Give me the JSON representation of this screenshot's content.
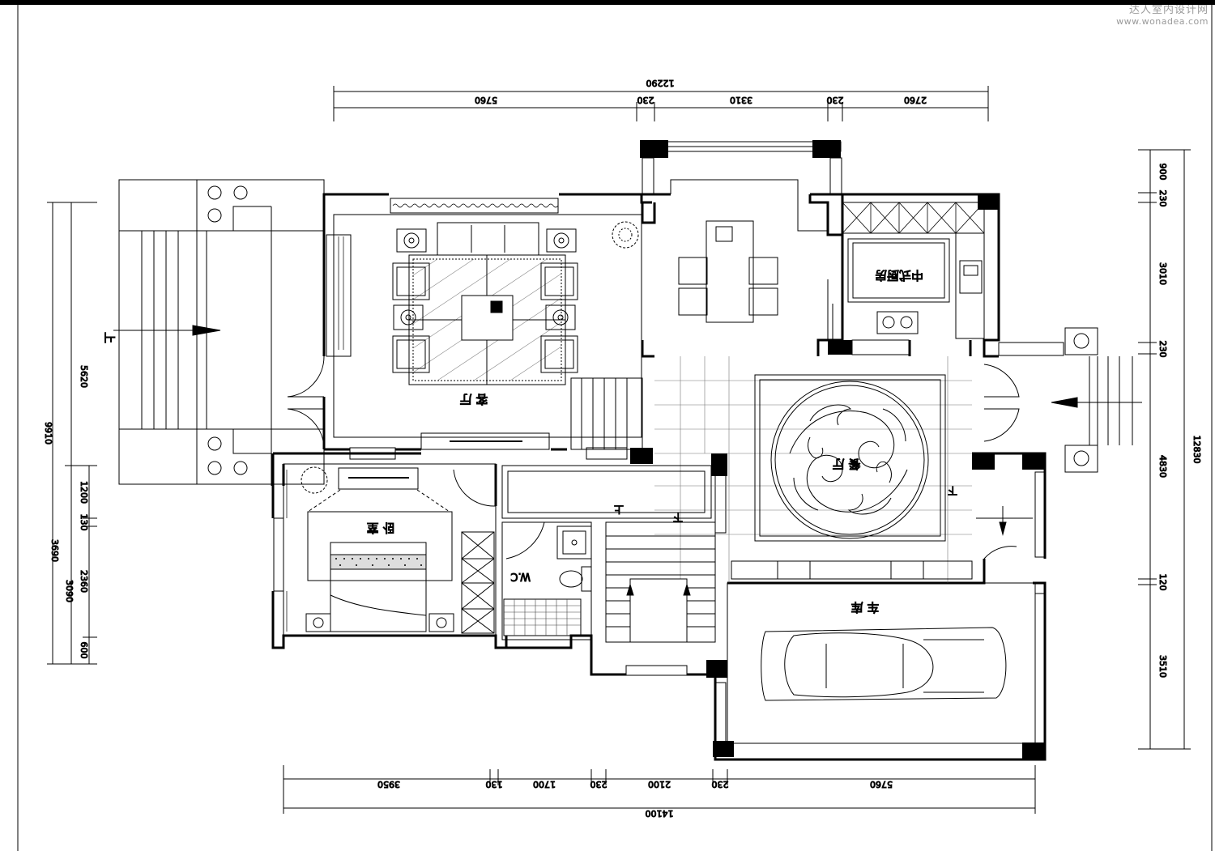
{
  "watermark": {
    "cn": "达人室内设计网",
    "url": "www.wonadea.com"
  },
  "rooms": {
    "living": "客 厅",
    "dining": "餐 厅",
    "kitchen": "中式厨房",
    "bedroom": "卧 室",
    "wc": "W.C",
    "garage": "车 库"
  },
  "stairs": {
    "up": "上",
    "down": "下"
  },
  "dims": {
    "top_total": "12290",
    "top": [
      "5760",
      "230",
      "3310",
      "230",
      "2760"
    ],
    "bottom_total": "14100",
    "bottom": [
      "3950",
      "130",
      "1700",
      "230",
      "2100",
      "230",
      "5760"
    ],
    "left_total": "9910",
    "left_a": "5620",
    "left_b": [
      "1200",
      "130",
      "2360",
      "600"
    ],
    "left_c": [
      "3690",
      "3090"
    ],
    "right_total": "12830",
    "right": [
      "900",
      "230",
      "3010",
      "230",
      "4830",
      "120",
      "3510"
    ]
  }
}
